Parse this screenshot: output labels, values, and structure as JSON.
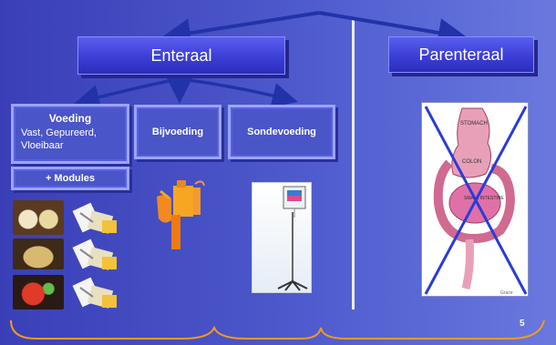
{
  "nodes": {
    "enteraal": "Enteraal",
    "parenteraal": "Parenteraal",
    "voeding_title": "Voeding",
    "voeding_subtitle": "Vast, Gepureerd, Vloeibaar",
    "modules": "+ Modules",
    "bijvoeding": "Bijvoeding",
    "sondevoeding": "Sondevoeding"
  },
  "illustration_labels": {
    "stomach": "STOMACH",
    "colon": "COLON",
    "small_intestine": "SMALL INTESTINE",
    "signature": "Grace"
  },
  "page_number": "5",
  "colors": {
    "background": "#4a55c8",
    "box_fill": "#3b3ed6",
    "box_border": "#9aa4ff",
    "arrow": "#2233aa",
    "brace": "#f59a1b",
    "divider": "#ffffff",
    "cross": "#2a3bd8"
  },
  "icons": [
    "food-photo-icon",
    "supplement-bottle-icon",
    "feeding-pump-stand-icon",
    "digestive-tract-diagram-icon"
  ]
}
